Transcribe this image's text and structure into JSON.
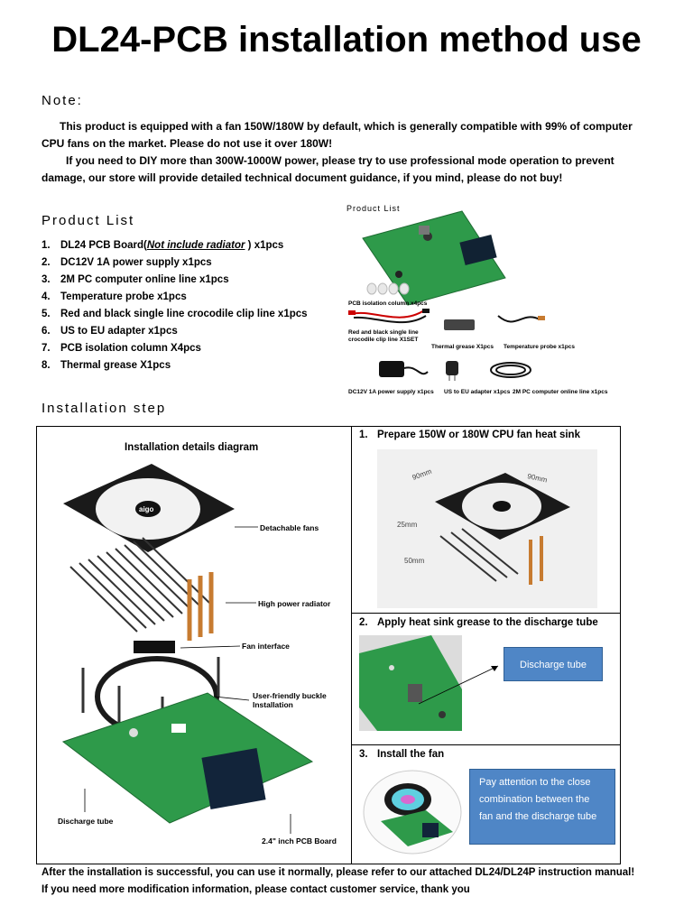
{
  "title": "DL24-PCB installation method use",
  "note": {
    "heading": "Note:",
    "para1": "This product is equipped with a fan 150W/180W by default, which is generally compatible with 99% of computer CPU fans on the market. Please do not use it over 180W!",
    "para2": "If you need to DIY more than 300W-1000W power, please try to use professional mode operation to prevent damage, our store will provide detailed technical document guidance, if you mind, please do not buy!"
  },
  "product_list": {
    "heading": "Product List",
    "items": [
      {
        "num": "1.",
        "text_a": "DL24 PCB Board(",
        "underlined": "Not include radiator",
        "text_b": " ) x1pcs"
      },
      {
        "num": "2.",
        "text_a": "DC12V 1A power supply x1pcs"
      },
      {
        "num": "3.",
        "text_a": "2M PC computer online line x1pcs"
      },
      {
        "num": "4.",
        "text_a": "Temperature probe x1pcs"
      },
      {
        "num": "5.",
        "text_a": "Red and black single line crocodile clip line x1pcs"
      },
      {
        "num": "6.",
        "text_a": "US to EU adapter x1pcs"
      },
      {
        "num": "7.",
        "text_a": "PCB isolation column X4pcs"
      },
      {
        "num": "8.",
        "text_a": "Thermal grease X1pcs"
      }
    ],
    "photo": {
      "title": "Product List",
      "isolation": "PCB isolation column x4pcs",
      "clip1": "Red and black single line",
      "clip2": "crocodile clip line X1SET",
      "grease": "Thermal grease X1pcs",
      "probe": "Temperature probe x1pcs",
      "power": "DC12V 1A power supply x1pcs",
      "adapter": "US to EU adapter x1pcs",
      "cable": "2M PC computer online line x1pcs"
    }
  },
  "installation": {
    "heading": "Installation step",
    "diagram": {
      "title": "Installation details diagram",
      "fans": "Detachable fans",
      "radiator": "High power radiator",
      "fan_interface": "Fan interface",
      "buckle1": "User-friendly buckle",
      "buckle2": "Installation",
      "discharge": "Discharge tube",
      "pcb": "2.4\" inch PCB Board",
      "fan_logo": "aigo"
    },
    "steps": [
      {
        "num": "1.",
        "title": "Prepare 150W or 180W CPU fan heat sink",
        "dim1": "90mm",
        "dim2": "90mm",
        "dim3": "25mm",
        "dim4": "50mm"
      },
      {
        "num": "2.",
        "title": "Apply heat sink grease to the discharge tube",
        "label": "Discharge tube"
      },
      {
        "num": "3.",
        "title": "Install the fan",
        "note": "Pay attention to the close combination between the fan and the discharge tube"
      }
    ]
  },
  "footer": {
    "line1": "After the installation is successful, you can use it normally, please refer to our attached DL24/DL24P instruction manual!",
    "line2": "If you need more modification information, please contact customer service, thank you"
  },
  "colors": {
    "box_blue": "#4f86c6",
    "pcb_green": "#2e9a4a",
    "copper": "#c77b30"
  }
}
